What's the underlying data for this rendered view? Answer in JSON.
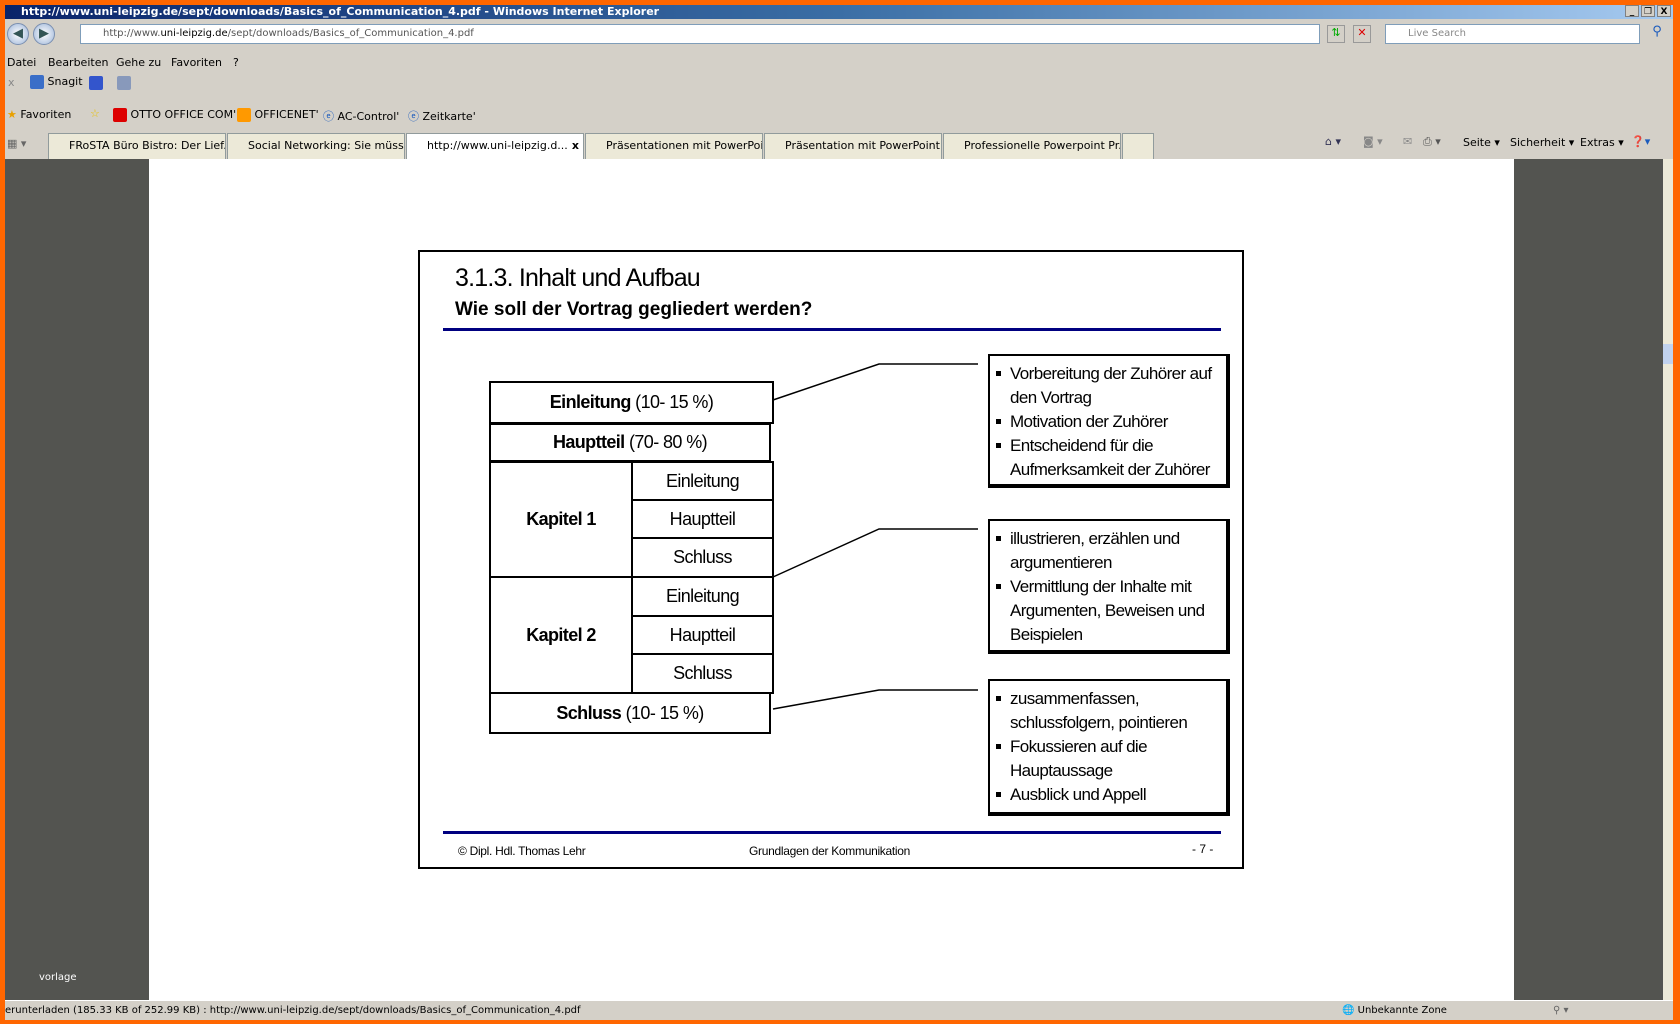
{
  "window": {
    "title": "http://www.uni-leipzig.de/sept/downloads/Basics_of_Communication_4.pdf - Windows Internet Explorer"
  },
  "address": {
    "prefix": "http://www.",
    "domain": "uni-leipzig.de",
    "path": "/sept/downloads/Basics_of_Communication_4.pdf"
  },
  "search": {
    "placeholder": "Live Search"
  },
  "menu": [
    "Datei",
    "Bearbeiten",
    "Gehe zu",
    "Favoriten",
    "?"
  ],
  "toolbar": {
    "snagit": "Snagit"
  },
  "favorites": {
    "label": "Favoriten",
    "links": [
      "OTTO OFFICE COM'",
      "OFFICENET'",
      "AC-Control'",
      "Zeitkarte'"
    ]
  },
  "tabs": [
    "FRoSTA Büro Bistro: Der Lief...",
    "Social Networking: Sie müsse...",
    "http://www.uni-leipzig.d...",
    "Präsentationen mit PowerPoi...",
    "Präsentation mit PowerPoint",
    "Professionelle Powerpoint Pr..."
  ],
  "commands": [
    "Seite",
    "Sicherheit",
    "Extras"
  ],
  "slide": {
    "title": "3.1.3. Inhalt und Aufbau",
    "subtitle": "Wie soll der Vortrag gegliedert werden?",
    "einleitung": {
      "bold": "Einleitung",
      "pct": " (10- 15 %)"
    },
    "hauptteil": {
      "bold": "Hauptteil",
      "pct": " (70- 80 %)"
    },
    "schluss": {
      "bold": "Schluss",
      "pct": " (10- 15 %)"
    },
    "kapitel": [
      {
        "label": "Kapitel 1",
        "parts": [
          "Einleitung",
          "Hauptteil",
          "Schluss"
        ]
      },
      {
        "label": "Kapitel 2",
        "parts": [
          "Einleitung",
          "Hauptteil",
          "Schluss"
        ]
      }
    ],
    "notes": [
      [
        [
          "Vorbereitung der Zuhörer auf",
          "den Vortrag"
        ],
        [
          "Motivation der Zuhörer"
        ],
        [
          "Entscheidend für die",
          "Aufmerksamkeit der Zuhörer"
        ]
      ],
      [
        [
          "illustrieren, erzählen und",
          "argumentieren"
        ],
        [
          "Vermittlung der Inhalte mit",
          "Argumenten, Beweisen und",
          "Beispielen"
        ]
      ],
      [
        [
          "zusammenfassen,",
          "schlussfolgern, pointieren"
        ],
        [
          "Fokussieren auf die",
          "Hauptaussage"
        ],
        [
          "Ausblick und Appell"
        ]
      ]
    ],
    "footer": {
      "author": "© Dipl. Hdl. Thomas Lehr",
      "center": "Grundlagen der Kommunikation",
      "page": "- 7 -"
    }
  },
  "sidebar_label": "vorlage",
  "status": {
    "text": "erunterladen (185.33 KB of 252.99 KB) : http://www.uni-leipzig.de/sept/downloads/Basics_of_Communication_4.pdf",
    "zone": "Unbekannte Zone"
  }
}
